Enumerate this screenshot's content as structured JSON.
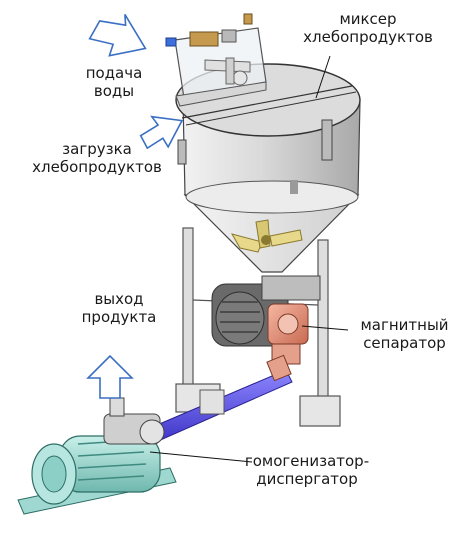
{
  "labels": {
    "mixer": [
      "миксер",
      "хлебопродуктов"
    ],
    "water": [
      "подача",
      "воды"
    ],
    "loading": [
      "загрузка",
      "хлебопродуктов"
    ],
    "output": [
      "выход",
      "продукта"
    ],
    "separator": [
      "магнитный",
      "сепаратор"
    ],
    "homogenizer": [
      "гомогенизатор-",
      "диспергатор"
    ]
  },
  "colors": {
    "arrow_outline": "#3a6fc4",
    "tank_body": "#d6d6d6",
    "pipe": "#5a4fe0",
    "motor": "#9fd8d0",
    "separator": "#e0907a"
  }
}
